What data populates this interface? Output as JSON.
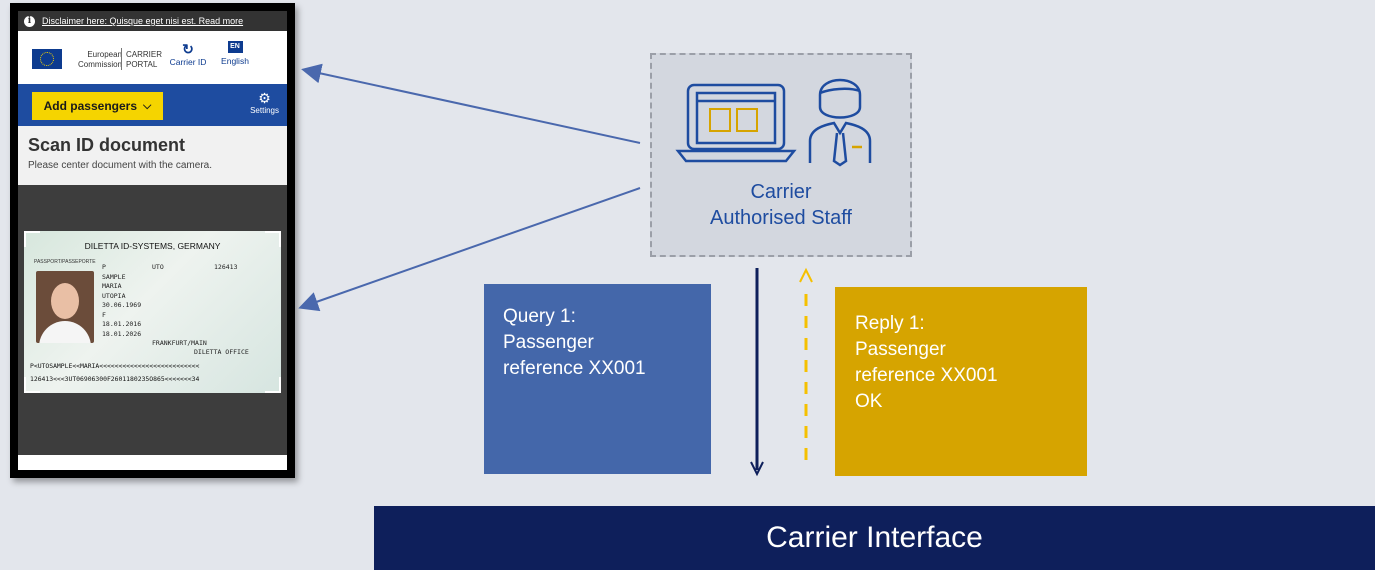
{
  "phone": {
    "disclaimer": "Disclaimer here: Quisque eget nisi est. Read more",
    "header": {
      "ec_line1": "European",
      "ec_line2": "Commission",
      "portal_line1": "CARRIER",
      "portal_line2": "PORTAL",
      "carrier_id_label": "Carrier ID",
      "lang_code": "EN",
      "lang_label": "English"
    },
    "toolbar": {
      "add_passengers_label": "Add passengers",
      "settings_label": "Settings"
    },
    "scan": {
      "title": "Scan ID document",
      "subtitle": "Please center document with the camera."
    },
    "passport": {
      "issuer": "DILETTA ID-SYSTEMS, GERMANY",
      "doc_label": "PASSPORT/PASSEPORTE",
      "type": "P",
      "code": "UTO",
      "number": "126413",
      "fields": [
        "SAMPLE",
        "MARIA",
        "UTOPIA",
        "30.06.1969",
        "F",
        "18.01.2016",
        "18.01.2026"
      ],
      "place": "FRANKFURT/MAIN",
      "authority": "DILETTA OFFICE",
      "mrz_line1": "P<UTOSAMPLE<<MARIA<<<<<<<<<<<<<<<<<<<<<<<<<<",
      "mrz_line2": "126413<<<3UT06906300F2601180235O865<<<<<<<34"
    }
  },
  "diagram": {
    "staff_label_line1": "Carrier",
    "staff_label_line2": "Authorised Staff",
    "query": {
      "line1": "Query 1:",
      "line2": "Passenger",
      "line3": "reference XX001"
    },
    "reply": {
      "line1": "Reply 1:",
      "line2": "Passenger",
      "line3": "reference XX001",
      "line4": "OK"
    },
    "interface_label": "Carrier Interface"
  },
  "colors": {
    "background": "#e3e6ec",
    "query_box": "#4467aa",
    "reply_box": "#d6a400",
    "interface_bar": "#0e1f5b",
    "staff_text": "#1e4ca0",
    "arrow_blue": "#4a68ad",
    "arrow_yellow": "#f5c000"
  }
}
